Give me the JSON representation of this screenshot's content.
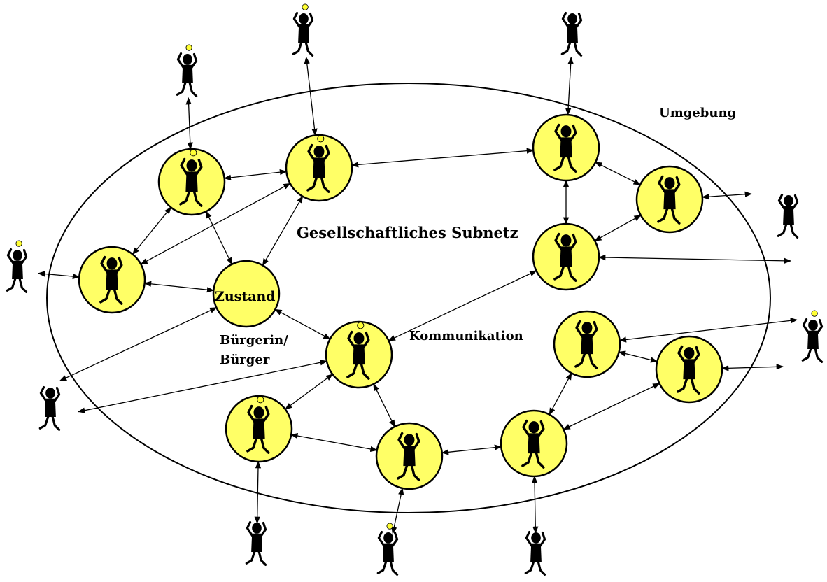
{
  "labels": {
    "environment": "Umgebung",
    "subnet": "Gesellschaftliches Subnetz",
    "state": "Zustand",
    "citizen_line1": "Bürgerin/",
    "citizen_line2": "Bürger",
    "communication": "Kommunikation"
  },
  "colors": {
    "node_fill": "#ffff66",
    "bulb": "#ffff33",
    "stroke": "#000000"
  },
  "icons": {
    "person": "person-figure-icon",
    "idea": "lightbulb-icon"
  }
}
